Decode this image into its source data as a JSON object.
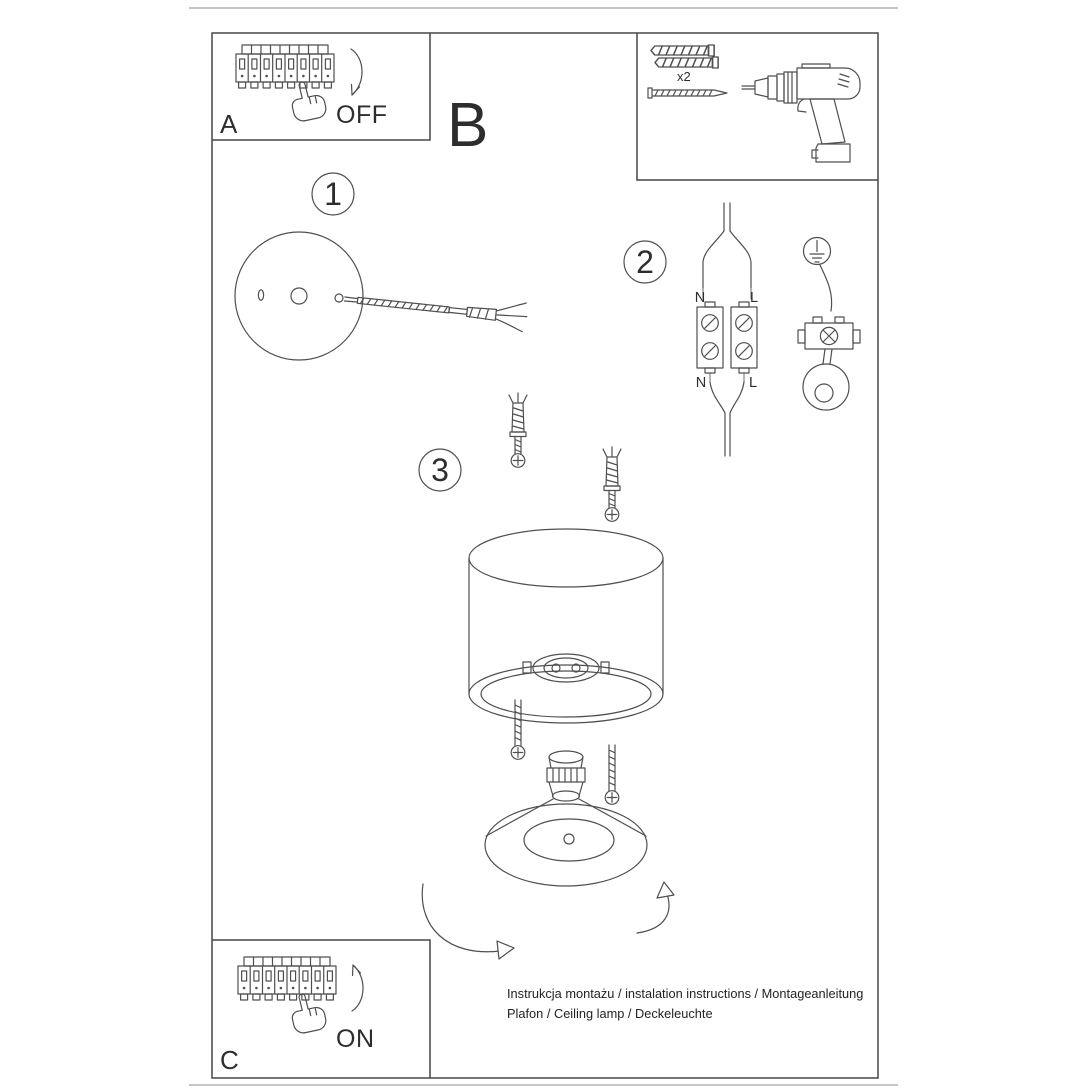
{
  "page": {
    "background": "#ffffff",
    "ink_color": "#4f4f4f"
  },
  "panels": {
    "a": {
      "label": "A",
      "state": "OFF"
    },
    "b_marker": "B",
    "tools": {
      "count": "x2"
    },
    "c": {
      "label": "C",
      "state": "ON"
    }
  },
  "steps": [
    {
      "num": "1"
    },
    {
      "num": "2"
    },
    {
      "num": "3"
    }
  ],
  "wiring": {
    "top": {
      "n": "N",
      "l": "L"
    },
    "bottom": {
      "n": "N",
      "l": "L"
    }
  },
  "footer": {
    "line1": "Instrukcja montażu / instalation instructions / Montageanleitung",
    "line2": "Plafon / Ceiling lamp / Deckeleuchte"
  }
}
